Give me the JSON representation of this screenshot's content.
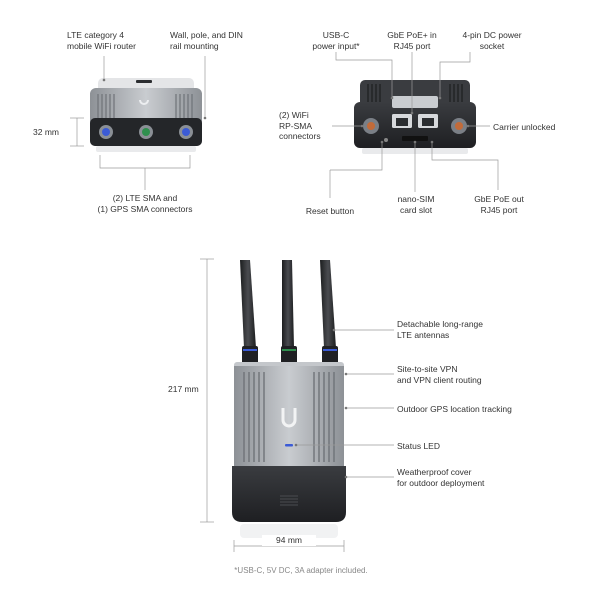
{
  "callouts": {
    "lte_router": "LTE category 4\nmobile WiFi router",
    "mounting": "Wall, pole, and DIN\nrail mounting",
    "height_small": "32 mm",
    "sma_connectors": "(2) LTE SMA and\n(1) GPS SMA connectors",
    "usbc": "USB-C\npower input*",
    "gbe_poe_in": "GbE PoE+ in\nRJ45 port",
    "dc_power": "4-pin DC power\nsocket",
    "wifi_rpsma": "(2) WiFi\nRP-SMA\nconnectors",
    "carrier_unlocked": "Carrier unlocked",
    "reset_button": "Reset button",
    "nano_sim": "nano-SIM\ncard slot",
    "gbe_poe_out": "GbE PoE out\nRJ45 port",
    "antennas": "Detachable long-range\nLTE antennas",
    "vpn": "Site-to-site VPN\nand VPN client routing",
    "gps": "Outdoor GPS location tracking",
    "status_led": "Status LED",
    "weatherproof": "Weatherproof cover\nfor outdoor deployment",
    "height_large": "217 mm",
    "width": "94 mm"
  },
  "footnote": "*USB-C, 5V DC, 3A adapter included.",
  "colors": {
    "device_silver": "#a9adb2",
    "device_dark": "#2b2d30",
    "led_blue": "#3b5bd6",
    "led_green": "#2f8f4e"
  }
}
